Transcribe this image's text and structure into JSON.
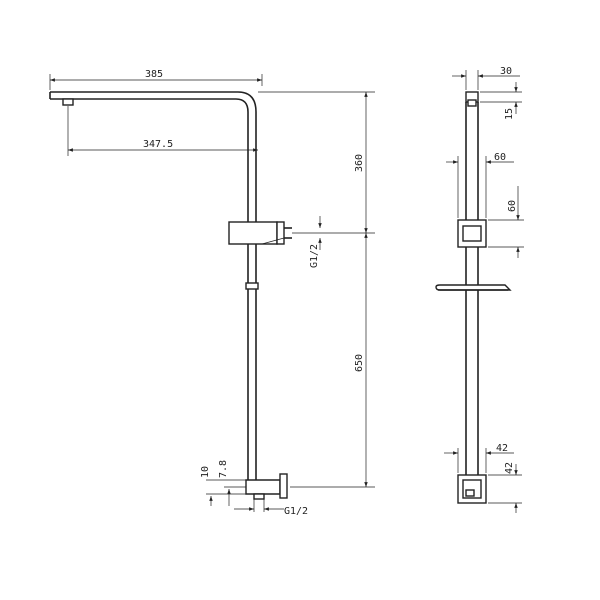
{
  "side_view": {
    "dim_arm_length": "385",
    "dim_head_offset": "347.5",
    "dim_upper_height": "360",
    "dim_lower_height": "650",
    "dim_inlet_thread": "G1/2",
    "dim_bottom_10": "10",
    "dim_bottom_78": "7.8",
    "dim_bottom_thread": "G1/2"
  },
  "front_view": {
    "dim_bar_width": "30",
    "dim_top_15": "15",
    "dim_bracket_width": "60",
    "dim_bracket_height": "60",
    "dim_base_width": "42",
    "dim_base_height": "42"
  }
}
